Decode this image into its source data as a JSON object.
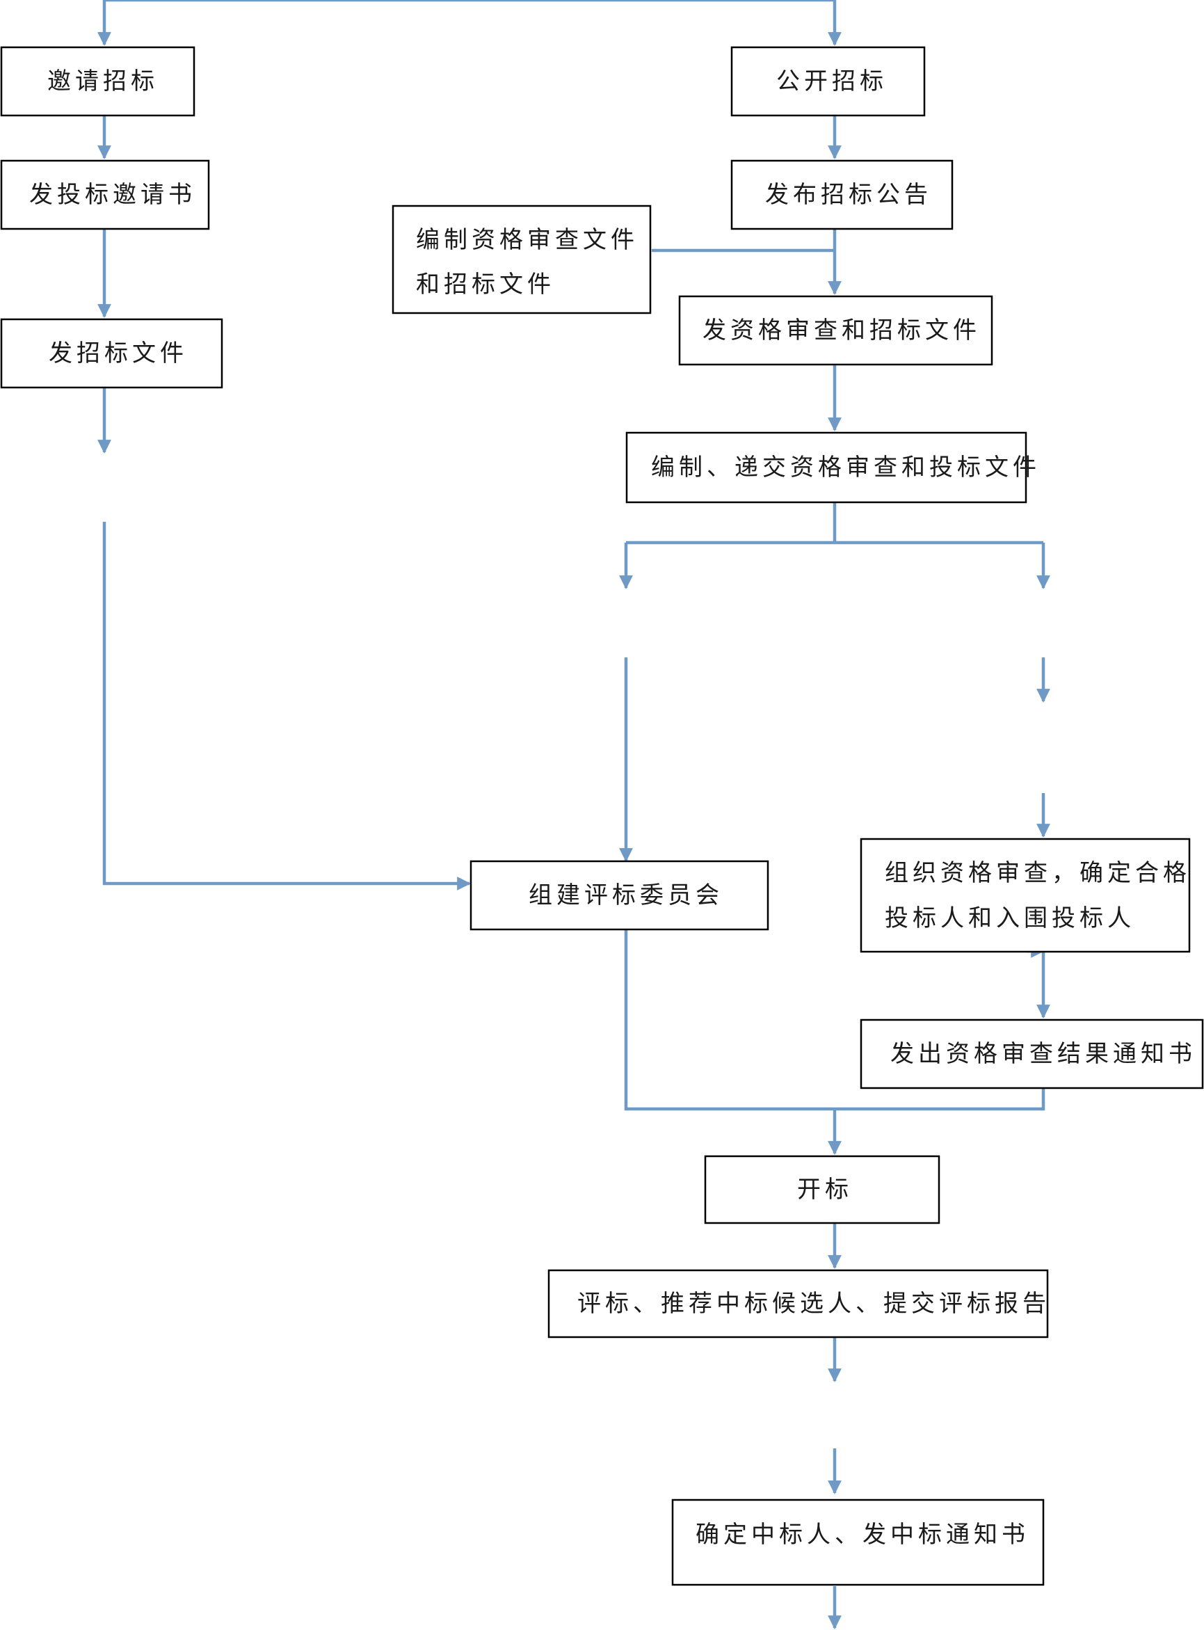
{
  "flowchart": {
    "nodes": {
      "invite_tender": "邀请招标",
      "send_invitation": "发投标邀请书",
      "send_tender_docs": "发招标文件",
      "open_tender": "公开招标",
      "publish_notice": "发布招标公告",
      "prepare_docs_line1": "编制资格审查文件",
      "prepare_docs_line2": "和招标文件",
      "issue_prequal_docs": "发资格审查和招标文件",
      "submit_docs": "编制、递交资格审查和投标文件",
      "form_committee": "组建评标委员会",
      "prequal_review_line1": "组织资格审查，确定合格",
      "prequal_review_line2": "投标人和入围投标人",
      "prequal_result_notice": "发出资格审查结果通知书",
      "bid_opening": "开标",
      "evaluation": "评标、推荐中标候选人、提交评标报告",
      "award": "确定中标人、发中标通知书"
    },
    "colors": {
      "connector": "#6f9ac6",
      "box_border": "#000000",
      "text": "#1a1a1a"
    }
  }
}
